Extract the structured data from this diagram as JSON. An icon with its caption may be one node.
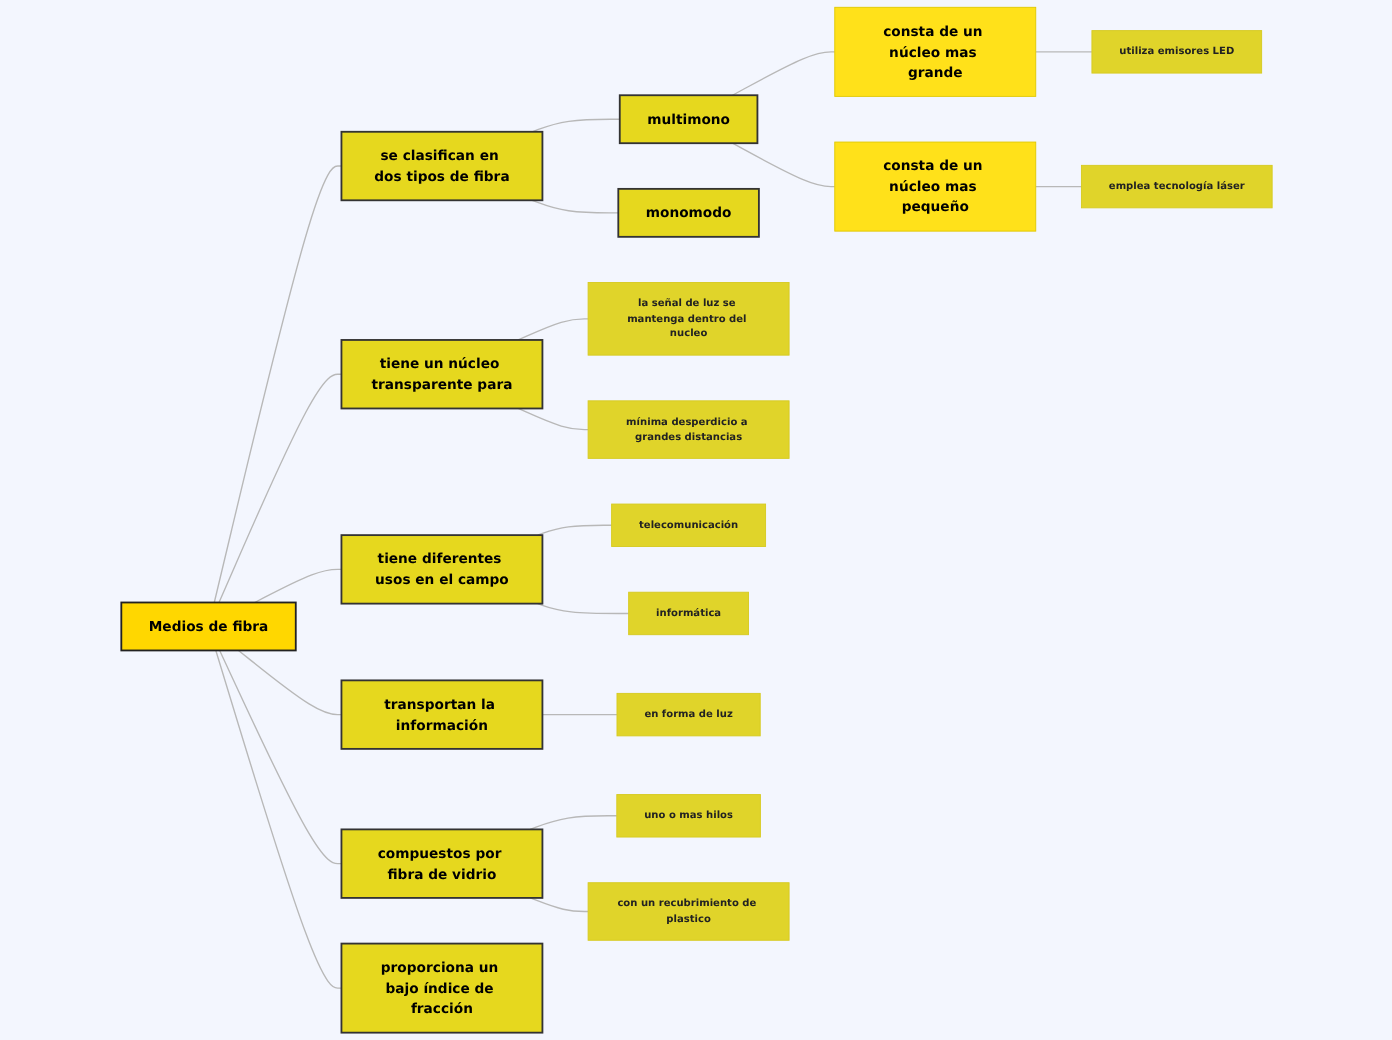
{
  "diagram": {
    "nodes": [
      {
        "text": [
          "Medios de fibra"
        ]
      },
      {
        "text": [
          "se clasifican en dos tipos de fibra"
        ]
      },
      {
        "text": [
          "multimono"
        ]
      },
      {
        "text": [
          "consta de un núcleo mas grande"
        ]
      },
      {
        "text": [
          "utiliza emisores LED"
        ]
      },
      {
        "text": [
          "consta de un núcleo mas pequeño"
        ]
      },
      {
        "text": [
          "emplea tecnología láser"
        ]
      },
      {
        "text": [
          "monomodo"
        ]
      },
      {
        "text": [
          "tiene un núcleo transparente para"
        ]
      },
      {
        "text": [
          "la señal de luz se mantenga dentro del nucleo"
        ]
      },
      {
        "text": [
          "mínima desperdicio a grandes distancias"
        ]
      },
      {
        "text": [
          "tiene diferentes usos en el campo"
        ]
      },
      {
        "text": [
          "telecomunicación"
        ]
      },
      {
        "text": [
          "informática"
        ]
      },
      {
        "text": [
          "transportan la información"
        ]
      },
      {
        "text": [
          "en forma de luz"
        ]
      },
      {
        "text": [
          "compuestos por fibra de vidrio"
        ]
      },
      {
        "text": [
          "uno o mas hilos"
        ]
      },
      {
        "text": [
          "con un recubrimiento de plastico"
        ]
      },
      {
        "text": [
          "proporciona un bajo índice de fracción"
        ]
      }
    ],
    "edges": [
      {
        "from": 0,
        "to": 1,
        "arrow": "none"
      },
      {
        "from": 1,
        "to": 2,
        "arrow": "none"
      },
      {
        "from": 2,
        "to": 3,
        "arrow": "none"
      },
      {
        "from": 3,
        "to": 4,
        "arrow": "none"
      },
      {
        "from": 2,
        "to": 5,
        "arrow": "none"
      },
      {
        "from": 5,
        "to": 6,
        "arrow": "none"
      },
      {
        "from": 1,
        "to": 7,
        "arrow": "none"
      },
      {
        "from": 0,
        "to": 8,
        "arrow": "none"
      },
      {
        "from": 8,
        "to": 9,
        "arrow": "none"
      },
      {
        "from": 8,
        "to": 10,
        "arrow": "none"
      },
      {
        "from": 0,
        "to": 11,
        "arrow": "none"
      },
      {
        "from": 11,
        "to": 12,
        "arrow": "none"
      },
      {
        "from": 11,
        "to": 13,
        "arrow": "none"
      },
      {
        "from": 0,
        "to": 14,
        "arrow": "none"
      },
      {
        "from": 14,
        "to": 15,
        "arrow": "none"
      },
      {
        "from": 0,
        "to": 16,
        "arrow": "none"
      },
      {
        "from": 16,
        "to": 17,
        "arrow": "none"
      },
      {
        "from": 16,
        "to": 18,
        "arrow": "none"
      },
      {
        "from": 0,
        "to": 19,
        "arrow": "none"
      }
    ]
  }
}
